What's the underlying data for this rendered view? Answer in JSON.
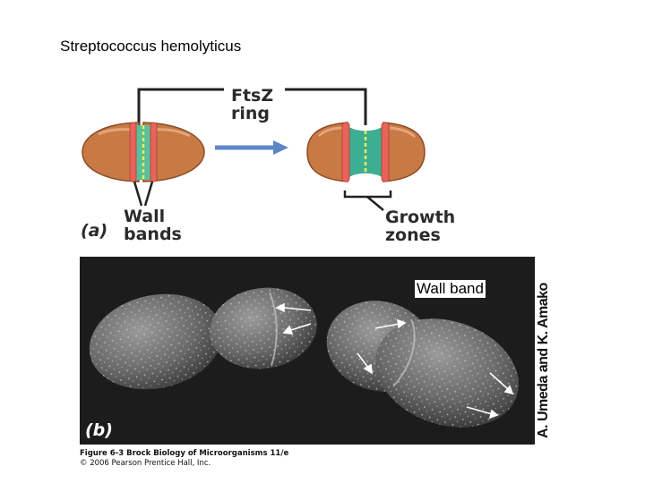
{
  "title": "Streptococcus hemolyticus",
  "panel_a": {
    "label": "(a)",
    "ftsz_line1": "FtsZ",
    "ftsz_line2": "ring",
    "wall_line1": "Wall",
    "wall_line2": "bands",
    "growth_line1": "Growth",
    "growth_line2": "zones"
  },
  "panel_b": {
    "label": "(b)",
    "callout": "Wall band",
    "credit": "A. Umeda and K. Amako"
  },
  "caption": {
    "line1": "Figure 6-3 Brock Biology of Microorganisms 11/e",
    "line2": "© 2006 Pearson Prentice Hall, Inc."
  },
  "colors": {
    "cell_brown": "#c87a45",
    "cell_outline": "#8b4a25",
    "wall_band": "#e8645a",
    "ftsz_green": "#5bbf9a",
    "growth_teal": "#3cae92",
    "ring_yellow": "#f3ea5a",
    "arrow_blue": "#5b87c7"
  }
}
